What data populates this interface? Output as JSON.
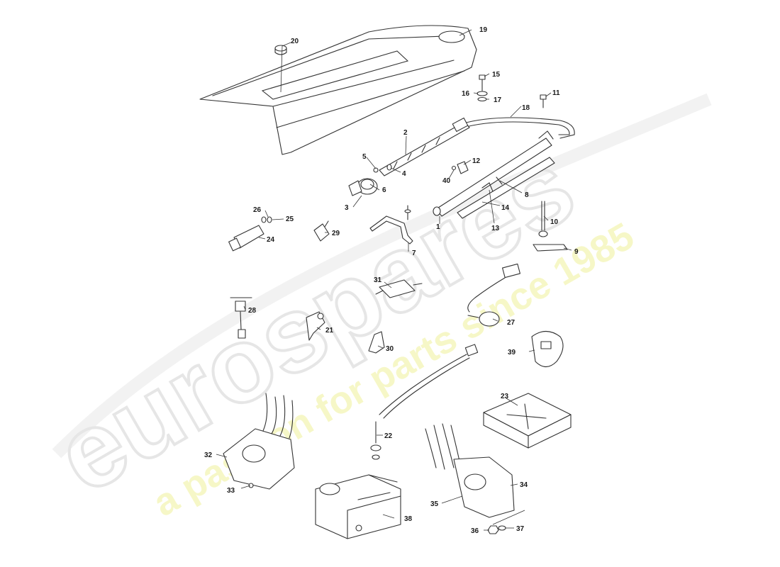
{
  "watermark": {
    "brand": "eurospares",
    "tagline": "a passion for parts since 1985"
  },
  "callouts": [
    "1",
    "2",
    "3",
    "4",
    "5",
    "6",
    "7",
    "8",
    "9",
    "10",
    "11",
    "12",
    "13",
    "14",
    "15",
    "16",
    "17",
    "18",
    "19",
    "20",
    "21",
    "22",
    "23",
    "24",
    "25",
    "26",
    "27",
    "28",
    "29",
    "30",
    "31",
    "32",
    "33",
    "34",
    "35",
    "36",
    "37",
    "38",
    "39",
    "40"
  ]
}
